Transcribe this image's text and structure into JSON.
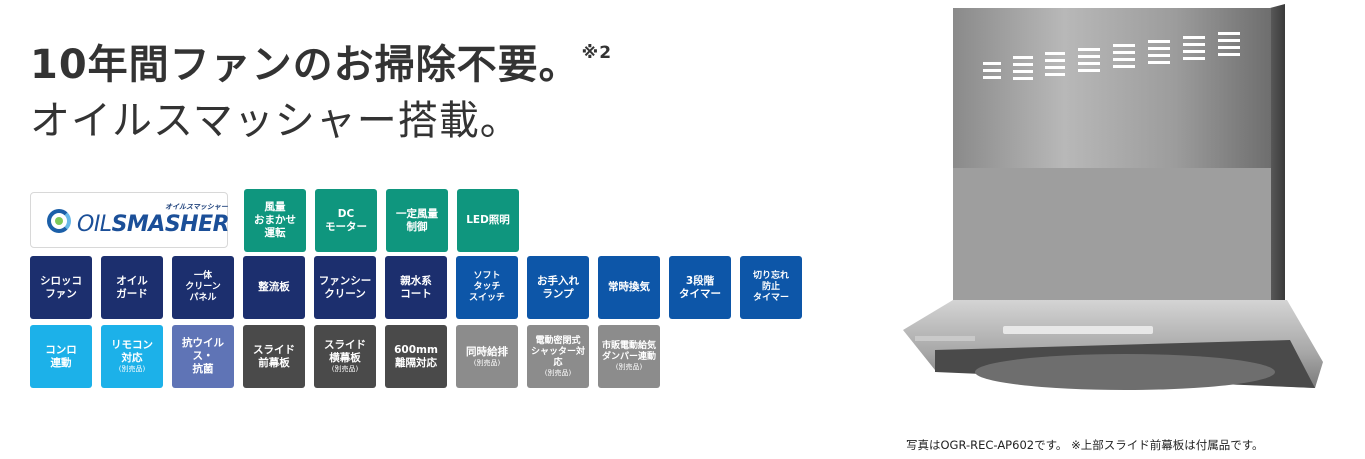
{
  "headline": {
    "line1": "10年間ファンのお掃除不要。",
    "note_mark": "※2",
    "line2": "オイルスマッシャー搭載。"
  },
  "logo": {
    "kana": "オイルスマッシャー",
    "text_light": "OIL",
    "text_bold": "SMASHER"
  },
  "colors": {
    "teal": "#0f967e",
    "navy": "#1c2f6e",
    "blue": "#0d56a8",
    "sky": "#1cb1e9",
    "periwinkle": "#5f74b6",
    "dark_gray": "#4a4a4a",
    "gray": "#8c8c8c"
  },
  "feature_rows": [
    [
      {
        "main": "風量\nおまかせ\n運転",
        "sub": "",
        "color": "#0f967e"
      },
      {
        "main": "DC\nモーター",
        "sub": "",
        "color": "#0f967e"
      },
      {
        "main": "一定風量\n制御",
        "sub": "",
        "color": "#0f967e"
      },
      {
        "main": "LED照明",
        "sub": "",
        "color": "#0f967e"
      }
    ],
    [
      {
        "main": "シロッコ\nファン",
        "sub": "",
        "color": "#1c2f6e"
      },
      {
        "main": "オイル\nガード",
        "sub": "",
        "color": "#1c2f6e"
      },
      {
        "main": "一体\nクリーン\nパネル",
        "sub": "",
        "color": "#1c2f6e"
      },
      {
        "main": "整流板",
        "sub": "",
        "color": "#1c2f6e"
      },
      {
        "main": "ファンシー\nクリーン",
        "sub": "",
        "color": "#1c2f6e"
      },
      {
        "main": "親水系\nコート",
        "sub": "",
        "color": "#1c2f6e"
      },
      {
        "main": "ソフト\nタッチ\nスイッチ",
        "sub": "",
        "color": "#0d56a8"
      },
      {
        "main": "お手入れ\nランプ",
        "sub": "",
        "color": "#0d56a8"
      },
      {
        "main": "常時換気",
        "sub": "",
        "color": "#0d56a8"
      },
      {
        "main": "3段階\nタイマー",
        "sub": "",
        "color": "#0d56a8"
      },
      {
        "main": "切り忘れ\n防止\nタイマー",
        "sub": "",
        "color": "#0d56a8"
      }
    ],
    [
      {
        "main": "コンロ\n連動",
        "sub": "",
        "color": "#1cb1e9"
      },
      {
        "main": "リモコン\n対応",
        "sub": "(別売品)",
        "color": "#1cb1e9"
      },
      {
        "main": "抗ウイルス・\n抗菌",
        "sub": "",
        "color": "#5f74b6"
      },
      {
        "main": "スライド\n前幕板",
        "sub": "",
        "color": "#4a4a4a"
      },
      {
        "main": "スライド\n横幕板",
        "sub": "(別売品)",
        "color": "#4a4a4a"
      },
      {
        "main": "600mm\n離隔対応",
        "sub": "",
        "color": "#4a4a4a"
      },
      {
        "main": "同時給排",
        "sub": "(別売品)",
        "color": "#8c8c8c"
      },
      {
        "main": "電動密閉式\nシャッター対応",
        "sub": "(別売品)",
        "color": "#8c8c8c"
      },
      {
        "main": "市販電動給気\nダンパー連動",
        "sub": "(別売品)",
        "color": "#8c8c8c"
      }
    ]
  ],
  "caption": "写真はOGR-REC-AP602です。 ※上部スライド前幕板は付属品です。"
}
